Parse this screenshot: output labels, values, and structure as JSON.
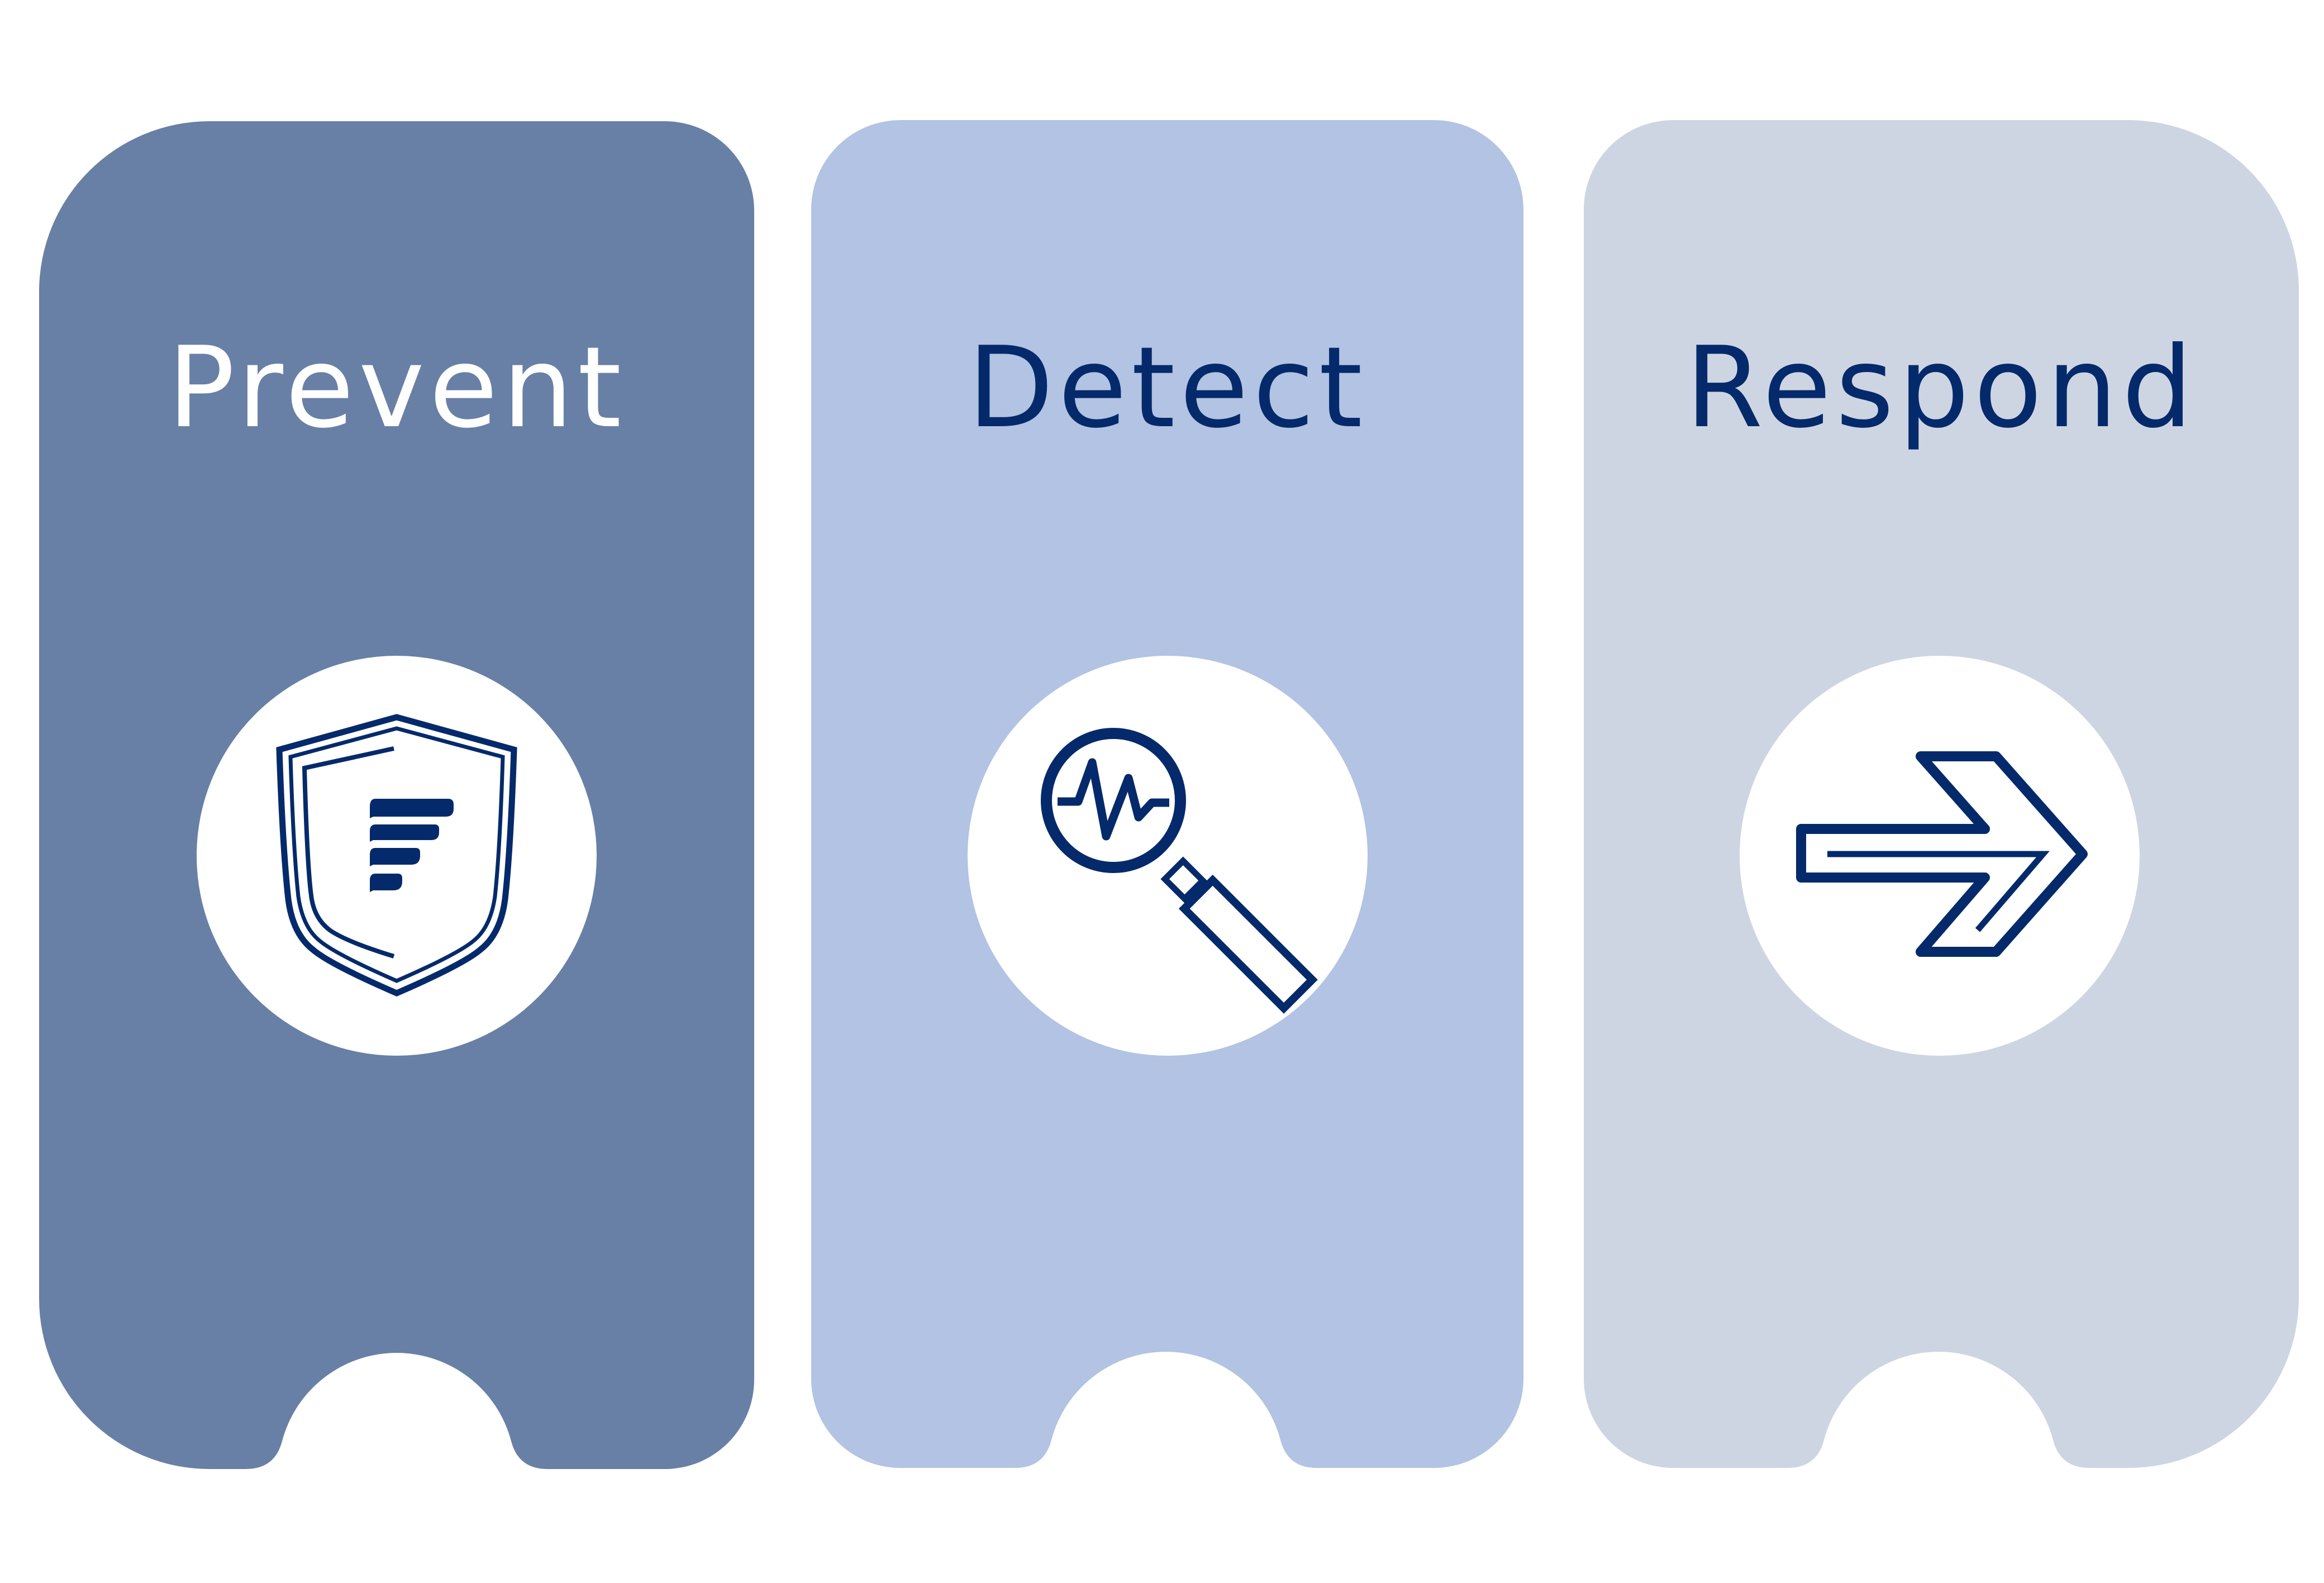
{
  "colors": {
    "navy": "#052a6b",
    "white": "#ffffff",
    "prevent_card": "#6880a6",
    "detect_card": "#b2c3e3",
    "respond_card": "#ced5e2"
  },
  "cards": [
    {
      "id": "prevent",
      "title": "Prevent",
      "icon": "shield-icon"
    },
    {
      "id": "detect",
      "title": "Detect",
      "icon": "magnifier-pulse-icon"
    },
    {
      "id": "respond",
      "title": "Respond",
      "icon": "double-arrow-icon"
    }
  ]
}
